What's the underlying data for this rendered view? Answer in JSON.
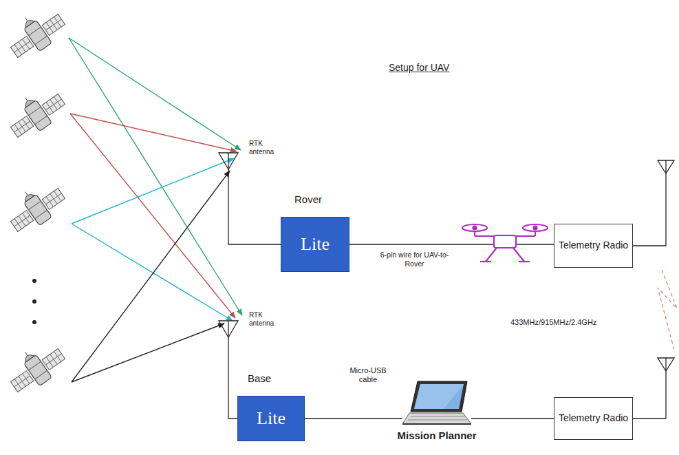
{
  "diagram": {
    "title": "Setup for UAV",
    "nodes": [
      {
        "text": [
          "Rover",
          "Lite"
        ]
      },
      {
        "text": [
          "Telemetry Radio"
        ]
      },
      {
        "text": [
          "Base",
          "Lite"
        ]
      },
      {
        "text": [
          "Mission Planner"
        ]
      },
      {
        "text": [
          "Telemetry Radio"
        ]
      }
    ],
    "edges": [
      {
        "from": 0,
        "to": 1,
        "arrow": "none",
        "label": "6-pin wire for UAV-to-Rover"
      },
      {
        "from": 2,
        "to": 3,
        "arrow": "none",
        "label": "Micro-USB cable"
      },
      {
        "from": 3,
        "to": 4,
        "arrow": "none"
      }
    ],
    "labels": [
      "RTK antenna",
      "RTK antenna",
      "433MHz/915MHz/2.4GHz"
    ]
  }
}
